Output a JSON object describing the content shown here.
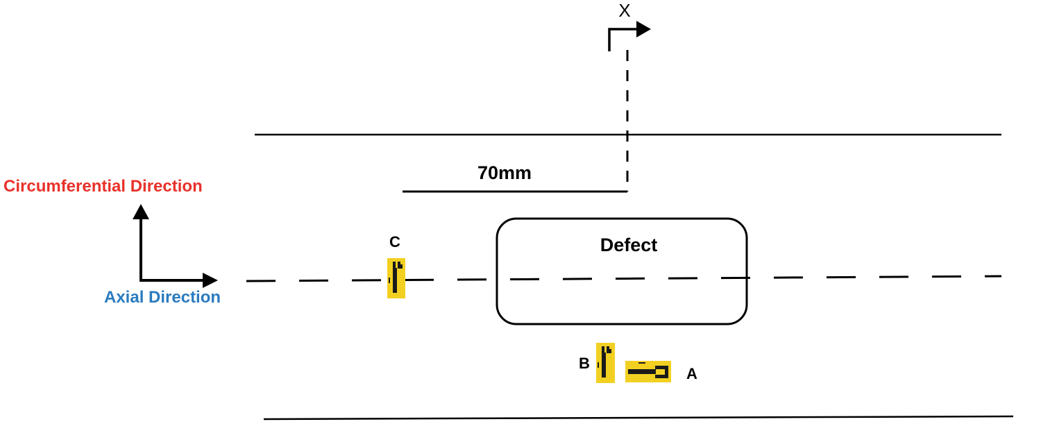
{
  "labels": {
    "section_marker": "X",
    "distance": "70mm",
    "circumferential_direction": "Circumferential Direction",
    "axial_direction": "Axial Direction",
    "defect": "Defect",
    "gauge_a": "A",
    "gauge_b": "B",
    "gauge_c": "C"
  },
  "colors": {
    "circumferential_label": "#e8312a",
    "axial_label": "#2a7bbf",
    "line": "#000000",
    "strain_gauge": "#f2d022"
  }
}
